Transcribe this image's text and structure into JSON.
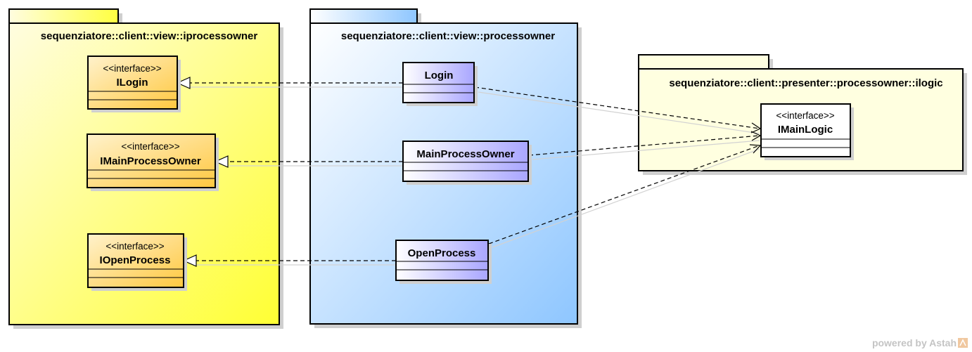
{
  "packages": [
    {
      "id": "iprocessowner",
      "title": "sequenziatore::client::view::iprocessowner"
    },
    {
      "id": "processowner",
      "title": "sequenziatore::client::view::processowner"
    },
    {
      "id": "ilogic",
      "title": "sequenziatore::client::presenter::processowner::ilogic"
    }
  ],
  "classes": [
    {
      "id": "ILogin",
      "stereotype": "<<interface>>",
      "name": "ILogin"
    },
    {
      "id": "IMainProcessOwner",
      "stereotype": "<<interface>>",
      "name": "IMainProcessOwner"
    },
    {
      "id": "IOpenProcess",
      "stereotype": "<<interface>>",
      "name": "IOpenProcess"
    },
    {
      "id": "Login",
      "stereotype": "",
      "name": "Login"
    },
    {
      "id": "MainProcessOwner",
      "stereotype": "",
      "name": "MainProcessOwner"
    },
    {
      "id": "OpenProcess",
      "stereotype": "",
      "name": "OpenProcess"
    },
    {
      "id": "IMainLogic",
      "stereotype": "<<interface>>",
      "name": "IMainLogic"
    }
  ],
  "relations": [
    {
      "type": "realization",
      "from": "Login",
      "to": "ILogin"
    },
    {
      "type": "realization",
      "from": "MainProcessOwner",
      "to": "IMainProcessOwner"
    },
    {
      "type": "realization",
      "from": "OpenProcess",
      "to": "IOpenProcess"
    },
    {
      "type": "dependency",
      "from": "Login",
      "to": "IMainLogic"
    },
    {
      "type": "dependency",
      "from": "MainProcessOwner",
      "to": "IMainLogic"
    },
    {
      "type": "dependency",
      "from": "OpenProcess",
      "to": "IMainLogic"
    }
  ],
  "watermark": "powered by Astah"
}
